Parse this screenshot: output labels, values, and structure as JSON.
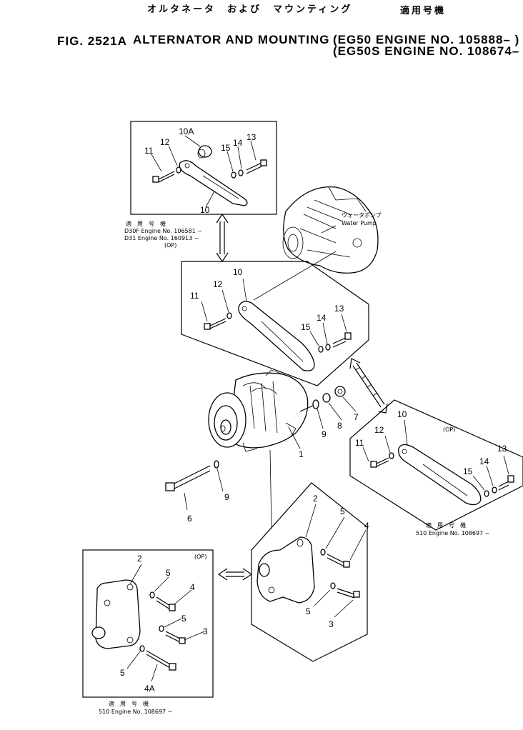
{
  "header": {
    "jp_title": "オルタネータ　および　マウンティング",
    "jp_applicable": "適用号機",
    "fig_label": "FIG. 2521A",
    "title": "ALTERNATOR AND MOUNTING",
    "line1": "(EG50   ENGINE NO. 105888– )",
    "line2": "(EG50S ENGINE NO. 108674– )"
  },
  "notes": {
    "top_left_jp": "適　用　号　機",
    "top_left_1": "D30F Engine No. 106581 ~",
    "top_left_2": "D31  Engine No. 160913 ~",
    "top_left_3": "(OP)",
    "water_pump_jp": "ウォータポンプ",
    "water_pump": "Water Pump",
    "right_op": "(OP)",
    "right_jp": "適　用　号　機",
    "right_engine": "510 Engine No. 108697 ~",
    "bottom_op": "(OP)",
    "bottom_jp": "適　用　号　機",
    "bottom_engine": "510 Engine No. 108697 ~"
  },
  "callouts": {
    "box1": [
      "10A",
      "12",
      "11",
      "15",
      "14",
      "13",
      "10"
    ],
    "box2": [
      "10",
      "12",
      "11",
      "14",
      "13",
      "15"
    ],
    "alt": [
      "7",
      "8",
      "9",
      "1",
      "9",
      "6"
    ],
    "box3": [
      "10",
      "12",
      "11",
      "14",
      "13",
      "15"
    ],
    "box4": [
      "2",
      "5",
      "4",
      "5",
      "3"
    ],
    "box5": [
      "2",
      "5",
      "4",
      "5",
      "3",
      "5",
      "4A"
    ]
  }
}
